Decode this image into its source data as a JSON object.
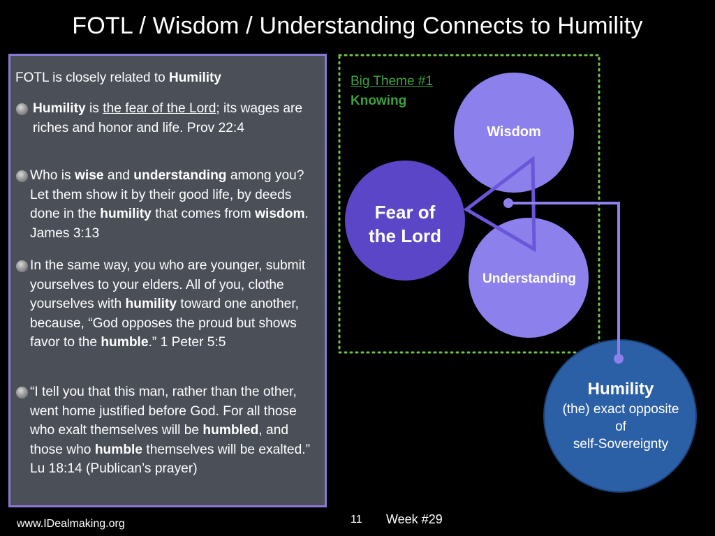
{
  "title": "FOTL / Wisdom / Understanding Connects to Humility",
  "panel": {
    "intro_plain": "FOTL is closely related to ",
    "intro_bold": "Humility",
    "b1": {
      "p1": "Humility",
      "p2": " is ",
      "p3": "the fear of the Lord",
      "p4": "; its wages are riches and honor and life. Prov 22:4"
    },
    "b2": {
      "p1": "Who is ",
      "p2": "wise",
      "p3": " and ",
      "p4": "understanding",
      "p5": " among you? Let them show it by their good life, by deeds done in the ",
      "p6": "humility",
      "p7": " that comes from ",
      "p8": "wisdom",
      "p9": ".  James 3:13"
    },
    "b3": {
      "p1": "In the same way, you who are younger, submit yourselves to your elders. All of you, clothe yourselves with ",
      "p2": "humility",
      "p3": " toward one another, because, “God opposes the proud but shows favor to the ",
      "p4": "humble",
      "p5": ".” 1 Peter 5:5"
    },
    "b4": {
      "p1": "“I tell you that this man, rather than the other, went home justified before God. For all those who exalt themselves will be ",
      "p2": "humbled",
      "p3": ", and those who ",
      "p4": "humble",
      "p5": " themselves will be exalted.”  Lu 18:14 (Publican’s prayer)"
    }
  },
  "diagram": {
    "theme_link": "Big Theme #1",
    "theme_sub": "Knowing",
    "circles": {
      "wisdom": "Wisdom",
      "fotl_line1": "Fear of",
      "fotl_line2": "the Lord",
      "understanding": "Understanding"
    },
    "humility": {
      "title": "Humility",
      "line1": "(the) exact opposite",
      "line2": "of",
      "line3": "self-Sovereignty"
    },
    "colors": {
      "wisdom": "#8c80ec",
      "fotl": "#5b46c8",
      "understanding": "#8c80ec",
      "humility": "#2c60a6",
      "connector": "#8c80ec",
      "theme": "#3fa13f",
      "dotted_frame": "#6fc34a"
    }
  },
  "footer": {
    "url": "www.IDealmaking.org",
    "page": "11",
    "week": "Week #29"
  }
}
